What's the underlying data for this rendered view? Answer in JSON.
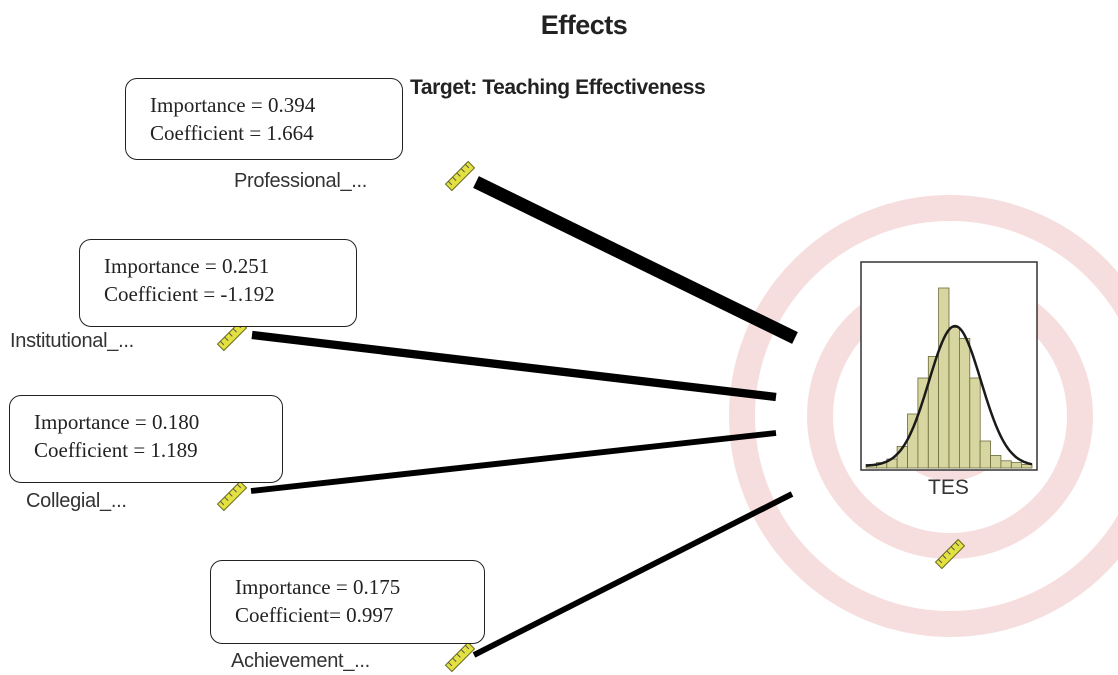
{
  "title": "Effects",
  "subtitle": "Target: Teaching Effectiveness",
  "predictors": [
    {
      "label": "Professional_...",
      "importance_text": "Importance = 0.394",
      "coefficient_text": "Coefficient = 1.664",
      "importance": 0.394,
      "coefficient": 1.664
    },
    {
      "label": "Institutional_...",
      "importance_text": "Importance = 0.251",
      "coefficient_text": "Coefficient = -1.192",
      "importance": 0.251,
      "coefficient": -1.192
    },
    {
      "label": "Collegial_...",
      "importance_text": "Importance = 0.180",
      "coefficient_text": "Coefficient = 1.189",
      "importance": 0.18,
      "coefficient": 1.189
    },
    {
      "label": "Achievement_...",
      "importance_text": "Importance = 0.175",
      "coefficient_text": "Coefficient= 0.997",
      "importance": 0.175,
      "coefficient": 0.997
    }
  ],
  "target": {
    "label": "TES",
    "histogram_heights": [
      0.02,
      0.03,
      0.05,
      0.12,
      0.3,
      0.5,
      0.62,
      1.0,
      0.78,
      0.72,
      0.5,
      0.15,
      0.07,
      0.04,
      0.03,
      0.02
    ]
  },
  "colors": {
    "edge": "#000000",
    "ring": "#f7dede",
    "hist_fill": "#d8d6a0",
    "hist_stroke": "#6a6a3a",
    "ruler": "#e3e140"
  },
  "icons": {
    "predictor": "ruler-icon",
    "target": "ruler-icon"
  }
}
